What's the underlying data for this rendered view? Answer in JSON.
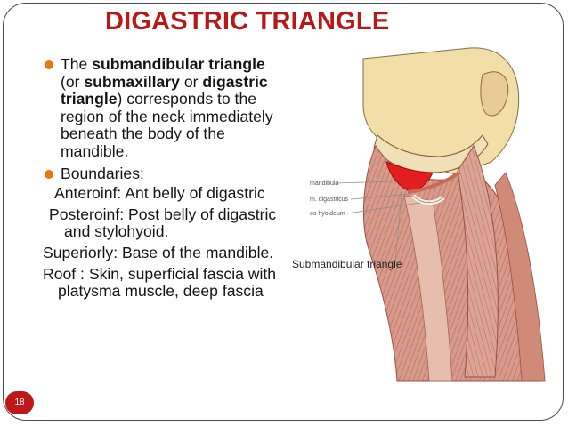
{
  "slide": {
    "title": "DIGASTRIC TRIANGLE",
    "page_number": "18",
    "accent_color": "#b81818",
    "bullet_color": "#e8780c"
  },
  "bullet1": {
    "t1": "The ",
    "b1": "submandibular triangle",
    "t2": " (or ",
    "b2": "submaxillary",
    "t3": " or ",
    "b3": "digastric triangle",
    "t4": ") corresponds to the region of the neck immediately beneath the body of the mandible."
  },
  "bullet2": {
    "text": "Boundaries:"
  },
  "boundaries": [
    "Anteroinf: Ant belly of digastric",
    "Posteroinf: Post belly of digastric and stylohyoid.",
    "Superiorly: Base of the mandible.",
    "Roof : Skin, superficial fascia with platysma muscle, deep fascia"
  ],
  "figure": {
    "labels": [
      "mandibula",
      "m. digastricus",
      "os hyoideum"
    ],
    "caption": "Submandibular triangle"
  }
}
